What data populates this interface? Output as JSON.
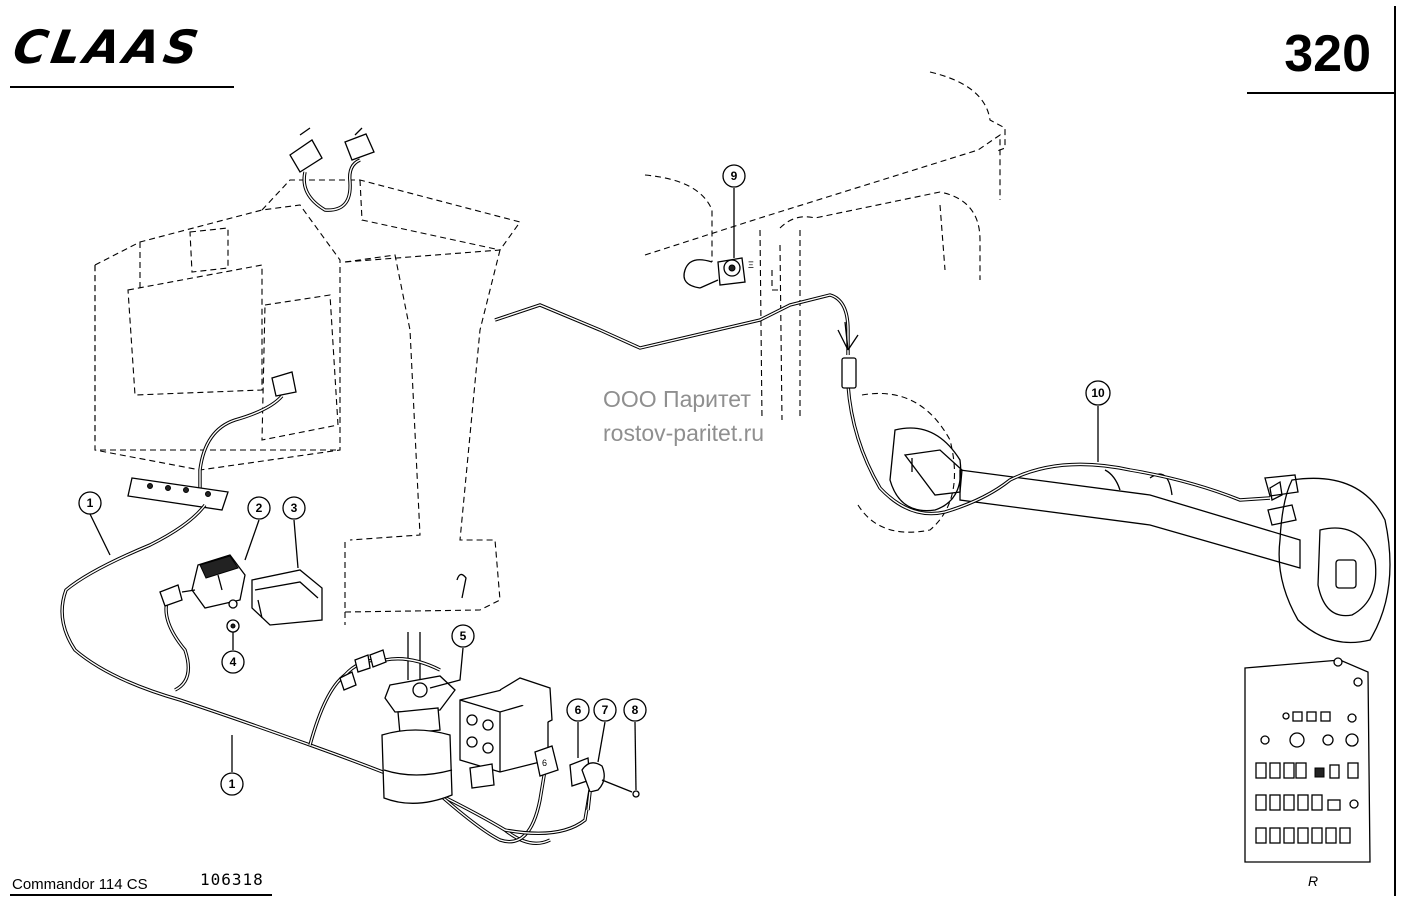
{
  "header": {
    "brand": "CLAAS",
    "page_number": "320"
  },
  "footer": {
    "model": "Commandor 114 CS",
    "code": "106318",
    "mark": "R"
  },
  "watermark": {
    "line1": "ООО Паритет",
    "line2": "rostov-paritet.ru"
  },
  "callouts": [
    {
      "id": "c1a",
      "label": "1"
    },
    {
      "id": "c1b",
      "label": "1"
    },
    {
      "id": "c2",
      "label": "2"
    },
    {
      "id": "c3",
      "label": "3"
    },
    {
      "id": "c4",
      "label": "4"
    },
    {
      "id": "c5",
      "label": "5"
    },
    {
      "id": "c6",
      "label": "6"
    },
    {
      "id": "c7",
      "label": "7"
    },
    {
      "id": "c8",
      "label": "8"
    },
    {
      "id": "c9",
      "label": "9"
    },
    {
      "id": "c10",
      "label": "10"
    }
  ]
}
